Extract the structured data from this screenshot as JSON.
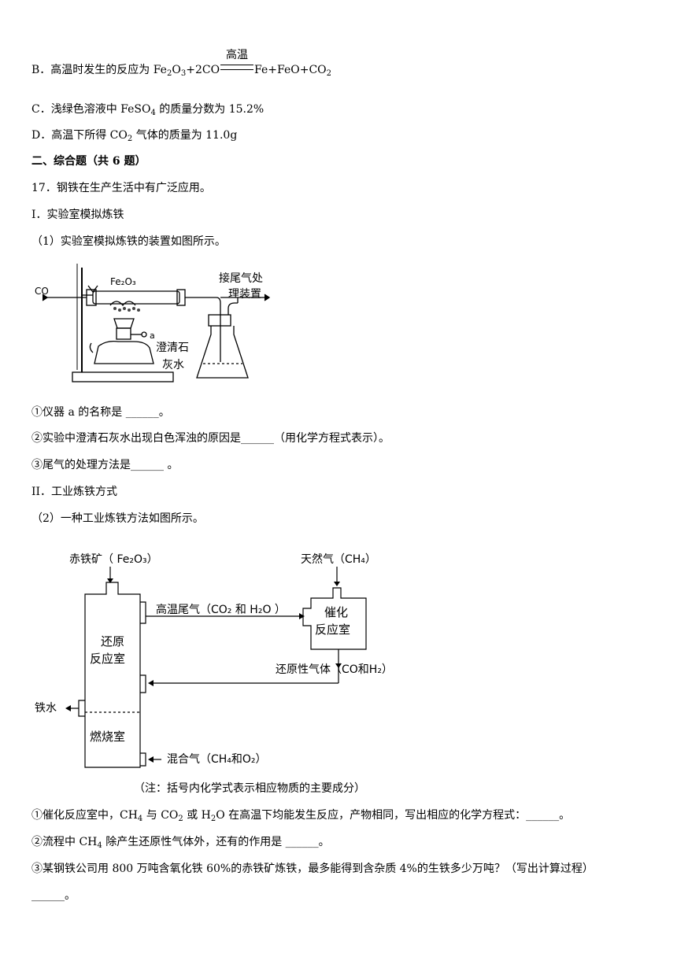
{
  "option_b": {
    "prefix": "B．高温时发生的反应为 Fe",
    "s1": "2",
    "m1": "O",
    "s2": "3",
    "m2": "+2CO",
    "cond": "高温",
    "suffix": "Fe+FeO+CO",
    "s3": "2"
  },
  "option_c": {
    "prefix": "C．浅绿色溶液中 FeSO",
    "s1": "4",
    "suffix": " 的质量分数为 15.2%"
  },
  "option_d": {
    "prefix": "D．高温下所得 CO",
    "s1": "2",
    "suffix": " 气体的质量为 11.0g"
  },
  "section2": "二、综合题（共 6 题）",
  "q17": "17．钢铁在生产生活中有广泛应用。",
  "part1": "I．实验室模拟炼铁",
  "q1": "（1）实验室模拟炼铁的装置如图所示。",
  "fig1": {
    "co": "CO",
    "fe2o3": "Fe₂O₃",
    "a": "a",
    "tail1": "接尾气处",
    "tail2": "理装置",
    "lime1": "澄清石",
    "lime2": "灰水"
  },
  "q1_1": "①仪器  a  的名称是  ______。",
  "q1_2": "②实验中澄清石灰水出现白色浑浊的原因是______（用化学方程式表示）。",
  "q1_3": "③尾气的处理方法是______  。",
  "part2": "II．工业炼铁方式",
  "q2": "（2）一种工业炼铁方法如图所示。",
  "fig2": {
    "ore": "赤铁矿（ Fe₂O₃）",
    "gas": "天然气（CH₄）",
    "tail": "高温尾气（CO₂ 和 H₂O ）",
    "cat1": "催化",
    "cat2": "反应室",
    "red1": "还原",
    "red2": "反应室",
    "redgas": "还原性气体（CO和H₂）",
    "iron": "铁水",
    "burn": "燃烧室",
    "mix": "混合气（CH₄和O₂）",
    "note": "（注：括号内化学式表示相应物质的主要成分）"
  },
  "q2_1": {
    "prefix": "①催化反应室中，CH",
    "s1": "4",
    "m1": " 与  CO",
    "s2": "2",
    "m2": " 或  H",
    "s3": "2",
    "suffix": "O  在高温下均能发生反应，产物相同，写出相应的化学方程式：______。"
  },
  "q2_2": {
    "prefix": "②流程中  CH",
    "s1": "4",
    "suffix": " 除产生还原性气体外，还有的作用是  ______。"
  },
  "q2_3": "③某钢铁公司用  800  万吨含氧化铁  60%的赤铁矿炼铁，最多能得到含杂质  4%的生铁多少万吨？（写出计算过程）",
  "q2_3b": "______。"
}
